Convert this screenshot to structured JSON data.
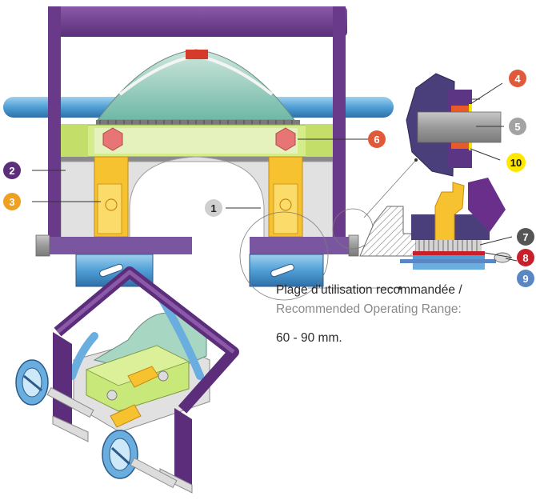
{
  "labels": {
    "l1": "1",
    "l2": "2",
    "l3": "3",
    "l4": "4",
    "l5": "5",
    "l6": "6",
    "l7": "7",
    "l8": "8",
    "l9": "9",
    "l10": "10"
  },
  "badge_colors": {
    "l1": "#cfcfcf",
    "l2": "#5c2d7a",
    "l3": "#f0a020",
    "l4": "#e05a3a",
    "l5": "#a3a3a3",
    "l6": "#e05a3a",
    "l7": "#555555",
    "l8": "#c8202a",
    "l9": "#5a86c4",
    "l10": "#ffe800"
  },
  "caption": {
    "french": "Plage d’utilisation recommandée /",
    "english": "Recommended Operating Range:",
    "range": "60 - 90 mm."
  }
}
